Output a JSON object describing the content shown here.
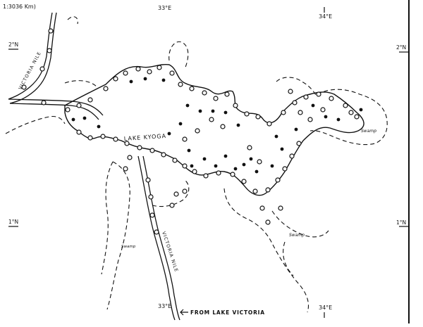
{
  "map": {
    "scale_note": "1:3036 Km)",
    "lake_name": "LAKE KYOGA",
    "river_upper": "VICTORIA NILE",
    "river_lower": "VICTORIA NILE",
    "from_label": "FROM LAKE VICTORIA",
    "swamp_label_1": "Swamp",
    "swamp_label_2": "Swamp",
    "swamp_label_3": "Swamp",
    "lat_left_top": "2°N",
    "lat_left_bottom": "1°N",
    "lat_right_top": "2°N",
    "lat_right_bottom": "1°N",
    "lon_top_mid": "33°E",
    "lon_top_right": "34°E",
    "lon_bottom_mid": "33°E",
    "lon_bottom_right": "34°E",
    "colors": {
      "ink": "#111111",
      "paper": "#ffffff"
    }
  }
}
